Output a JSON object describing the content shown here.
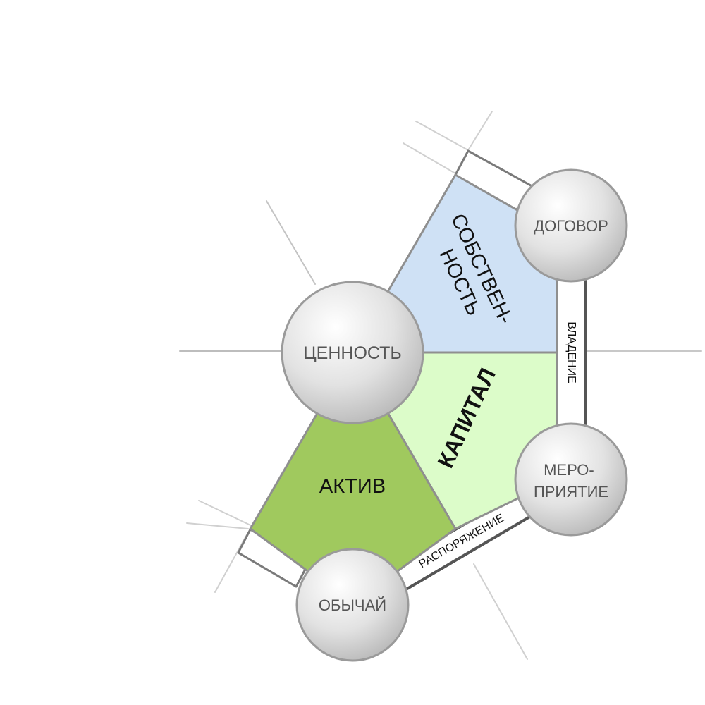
{
  "nodes": {
    "value": "ЦЕННОСТЬ",
    "contract": "ДОГОВОР",
    "event_line1": "МЕРО-",
    "event_line2": "ПРИЯТИЕ",
    "custom": "ОБЫЧАЙ"
  },
  "regions": {
    "property_line1": "СОБСТВЕН-",
    "property_line2": "НОСТЬ",
    "capital": "КАПИТАЛ",
    "asset": "АКТИВ"
  },
  "bands": {
    "possession": "ВЛАДЕНИЕ",
    "disposal": "РАСПОРЯЖЕНИЕ"
  },
  "colors": {
    "property_fill": "#cfe1f5",
    "capital_fill": "#dcfcc9",
    "asset_fill": "#a0c95e",
    "node_highlight": "#ffffff",
    "node_shadow": "#b6b6b6",
    "node_border": "#9a9a9a"
  }
}
